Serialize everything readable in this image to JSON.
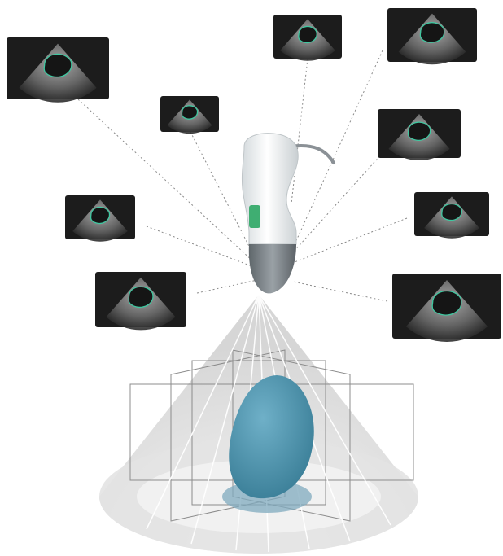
{
  "figure": {
    "subject": "ultrasound-probe-3d-volume-reconstruction",
    "colors": {
      "background": "#ffffff",
      "scan_frame": "#1c1c1c",
      "contour": "#3fc7a0",
      "organ": "#4f93ad",
      "organ_shadow": "#7faabd",
      "probe_body": "#eef1f2",
      "probe_tip": "#7d8489",
      "probe_button": "#3fae72",
      "cone_fill": "#d9d9d9",
      "plane_lines": "#8c8c8c",
      "leader_lines": "#8a8a8a"
    },
    "icons": {
      "probe": "ultrasound-probe-icon",
      "organ": "organ-volume-icon",
      "scan": "ultrasound-scan-image-icon"
    },
    "scan_images": [
      {
        "id": "scan-1"
      },
      {
        "id": "scan-2"
      },
      {
        "id": "scan-3"
      },
      {
        "id": "scan-4"
      },
      {
        "id": "scan-5"
      },
      {
        "id": "scan-6"
      },
      {
        "id": "scan-7"
      },
      {
        "id": "scan-8"
      },
      {
        "id": "scan-9"
      }
    ]
  }
}
